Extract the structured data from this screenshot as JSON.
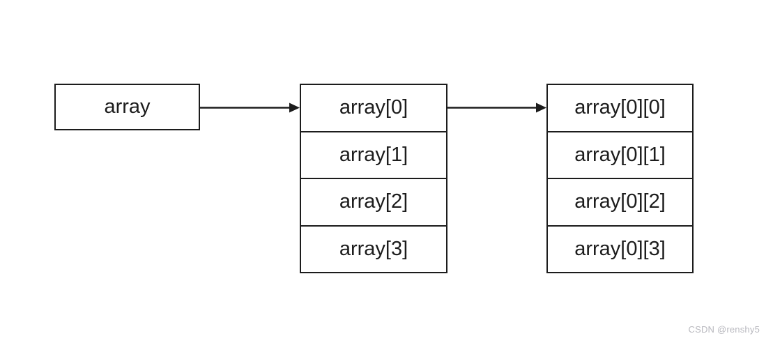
{
  "diagram": {
    "pointer_box": {
      "label": "array"
    },
    "row_pointer_column": {
      "cells": [
        "array[0]",
        "array[1]",
        "array[2]",
        "array[3]"
      ]
    },
    "element_column": {
      "cells": [
        "array[0][0]",
        "array[0][1]",
        "array[0][2]",
        "array[0][3]"
      ]
    },
    "arrows": [
      {
        "from": "array",
        "to": "array[0]"
      },
      {
        "from": "array[0]",
        "to": "array[0][0]"
      }
    ],
    "colors": {
      "border": "#1c1c1c",
      "text": "#1c1c1c",
      "background": "#ffffff",
      "watermark": "#b9b9bf"
    }
  },
  "watermark": {
    "text": "CSDN @renshy5"
  }
}
